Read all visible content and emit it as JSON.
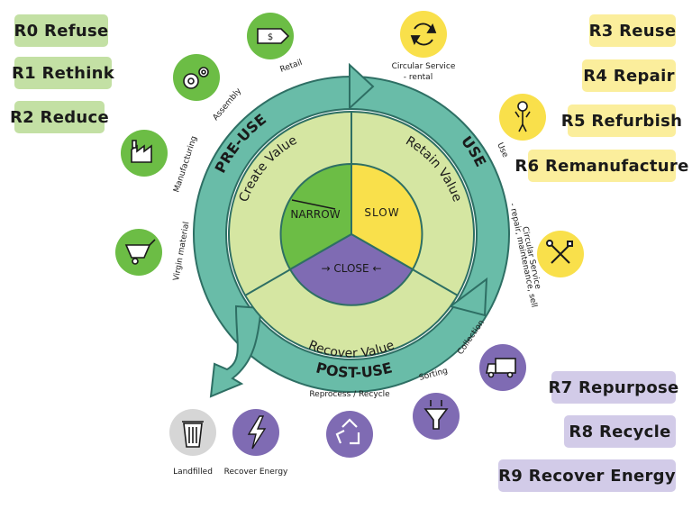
{
  "rstrategies": {
    "green": [
      "R0 Refuse",
      "R1 Rethink",
      "R2 Reduce"
    ],
    "yellow": [
      "R3 Reuse",
      "R4 Repair",
      "R5 Refurbish",
      "R6 Remanufacture"
    ],
    "purple": [
      "R7 Repurpose",
      "R8 Recycle",
      "R9 Recover Energy"
    ]
  },
  "phases": {
    "pre_use": "PRE-USE",
    "use": "USE",
    "post_use": "POST-USE"
  },
  "ring": {
    "create": "Create Value",
    "retain": "Retain Value",
    "recover": "Recover Value"
  },
  "core": {
    "narrow": "NARROW",
    "slow": "SLOW",
    "close": "→ CLOSE ←"
  },
  "stages": {
    "virgin_material": "Virgin material",
    "manufacturing": "Manufacturing",
    "assembly": "Assembly",
    "retail": "Retail",
    "circular_rental_1": "Circular Service",
    "circular_rental_2": "- rental",
    "use": "Use",
    "circular_repair_1": "Circular Service",
    "circular_repair_2": "- repair, maintenance, sell",
    "collection": "Collection",
    "sorting": "Sorting",
    "reprocess": "Reprocess / Recycle",
    "recover_energy": "Recover Energy",
    "landfilled": "Landfilled"
  },
  "colors": {
    "teal": "#69bca8",
    "teal_dark": "#2e6f64",
    "light_green": "#d5e6a2",
    "green": "#6cbd45",
    "yellow": "#f9e04b",
    "purple": "#7f6bb3",
    "grey": "#d6d6d6",
    "tag_green": "#c3e0a4",
    "tag_yellow": "#fbee9c",
    "tag_purple": "#d2cbe8"
  }
}
